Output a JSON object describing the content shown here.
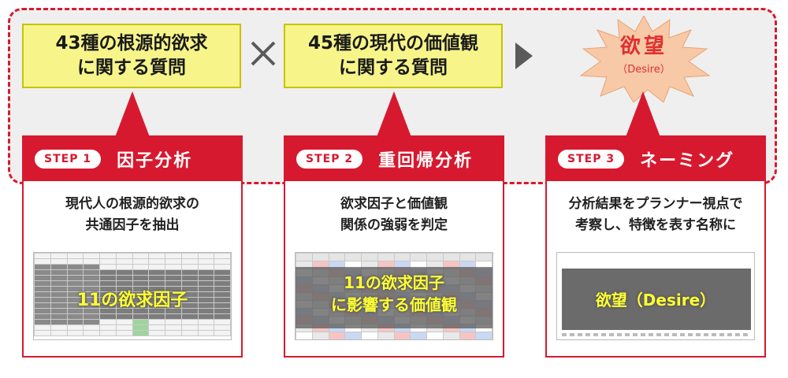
{
  "questions": [
    {
      "line1": "43種の根源的欲求",
      "line2": "に関する質問"
    },
    {
      "line1": "45種の現代の価値観",
      "line2": "に関する質問"
    }
  ],
  "operator_icon": "times-icon",
  "arrow_icon": "play-arrow-icon",
  "desire": {
    "title": "欲望",
    "subtitle": "（Desire）"
  },
  "steps": [
    {
      "pill": "STEP 1",
      "title": "因子分析",
      "desc_line1": "現代人の根源的欲求の",
      "desc_line2": "共通因子を抽出",
      "thumb_caption": "11の欲求因子"
    },
    {
      "pill": "STEP 2",
      "title": "重回帰分析",
      "desc_line1": "欲求因子と価値観",
      "desc_line2": "関係の強弱を判定",
      "thumb_caption_line1": "11の欲求因子",
      "thumb_caption_line2": "に影響する価値観"
    },
    {
      "pill": "STEP 3",
      "title": "ネーミング",
      "desc_line1": "分析結果をプランナー視点で",
      "desc_line2": "考察し、特徴を表す名称に",
      "thumb_caption": "欲望（Desire）"
    }
  ],
  "colors": {
    "accent_red": "#d7192f",
    "question_yellow": "#f7f58a",
    "burst_orange": "#f7c9a6",
    "caption_yellow": "#ffff33"
  }
}
